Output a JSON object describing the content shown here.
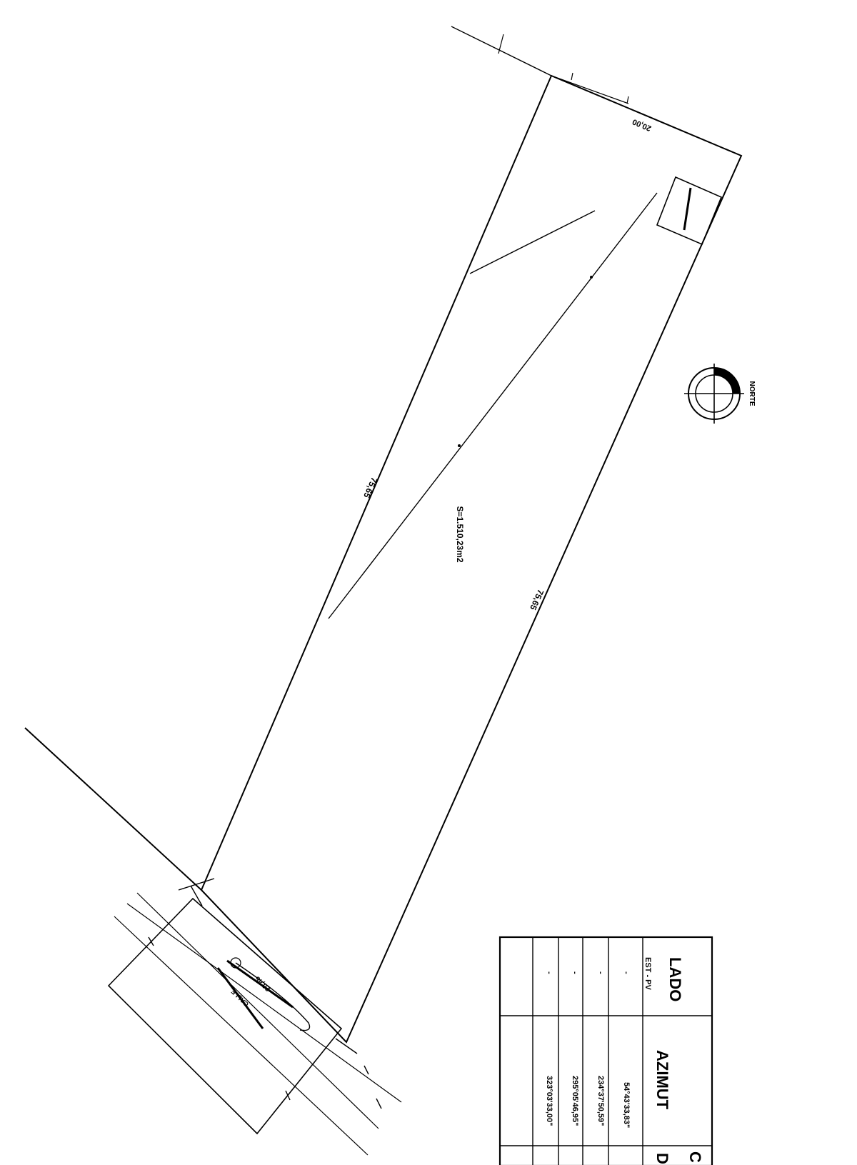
{
  "plan": {
    "dim_front": "20,45",
    "dim_back": "20,00",
    "dim_left": "75,65",
    "dim_right": "75,65",
    "area": "S=1.510,23m2",
    "street_label": "CALLE",
    "north_label": "NORTE"
  },
  "table": {
    "headers": {
      "lado": "LADO",
      "lado_sub": "EST - PV",
      "azimut": "AZIMUT",
      "distancia": "D",
      "corner": "C"
    },
    "rows": [
      {
        "lado": "-",
        "azimut": "54°43'33,83\""
      },
      {
        "lado": "-",
        "azimut": "234°37'50,59\""
      },
      {
        "lado": "-",
        "azimut": "295°05'46,95\""
      },
      {
        "lado": "-",
        "azimut": "323°03'33,00\""
      }
    ]
  }
}
